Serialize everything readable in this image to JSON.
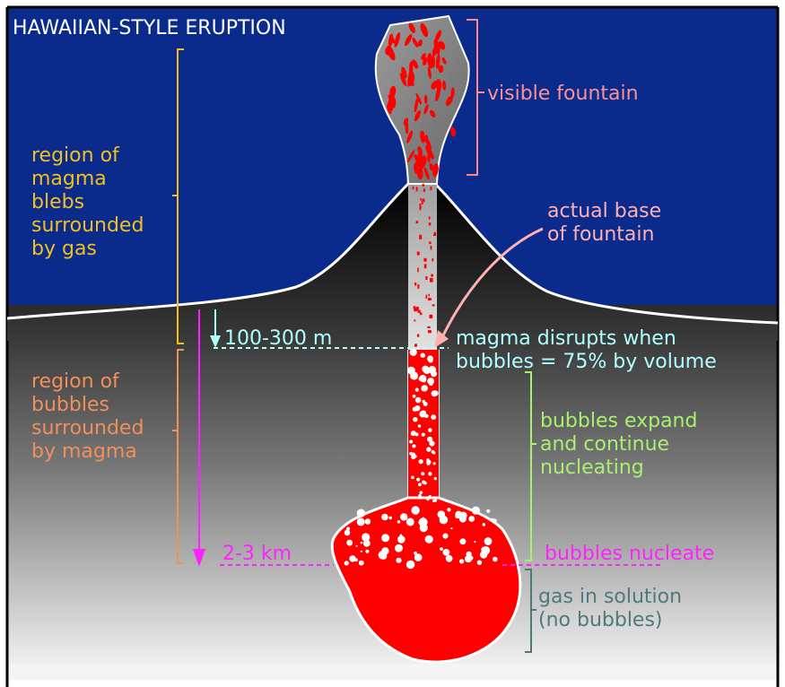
{
  "title": "HAWAIIAN-STYLE ERUPTION",
  "labels": {
    "visible_fountain": "visible fountain",
    "actual_base_1": "actual base",
    "actual_base_2": "of fountain",
    "blebs_1": "region of",
    "blebs_2": "magma",
    "blebs_3": "blebs",
    "blebs_4": "surrounded",
    "blebs_5": "by gas",
    "bubbles_region_1": "region of",
    "bubbles_region_2": "bubbles",
    "bubbles_region_3": "surrounded",
    "bubbles_region_4": "by magma",
    "depth_shallow": "100-300 m",
    "disrupt_1": "magma disrupts when",
    "disrupt_2": "bubbles = 75% by volume",
    "expand_1": "bubbles expand",
    "expand_2": "and continue",
    "expand_3": "nucleating",
    "depth_deep": "2-3 km",
    "nucleate": "bubbles nucleate",
    "solution_1": "gas in solution",
    "solution_2": "(no bubbles)"
  },
  "colors": {
    "sky": "#0a2a8c",
    "magma": "#ff0000",
    "yellow": "#f0c020",
    "orange": "#f0905a",
    "magenta": "#ff22ff",
    "cyan": "#b0ffff",
    "green": "#a8f070",
    "teal": "#6a9a9a",
    "pink": "#ffb0b0",
    "white": "#ffffff"
  }
}
